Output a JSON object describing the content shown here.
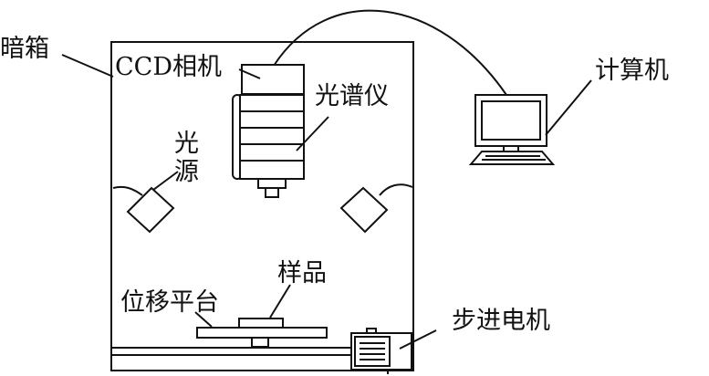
{
  "labels": {
    "darkbox": "暗箱",
    "ccd_camera": "CCD相机",
    "spectrometer": "光谱仪",
    "light_source_line1": "光",
    "light_source_line2": "源",
    "computer": "计算机",
    "stage": "位移平台",
    "sample": "样品",
    "stepper_motor": "步进电机"
  }
}
